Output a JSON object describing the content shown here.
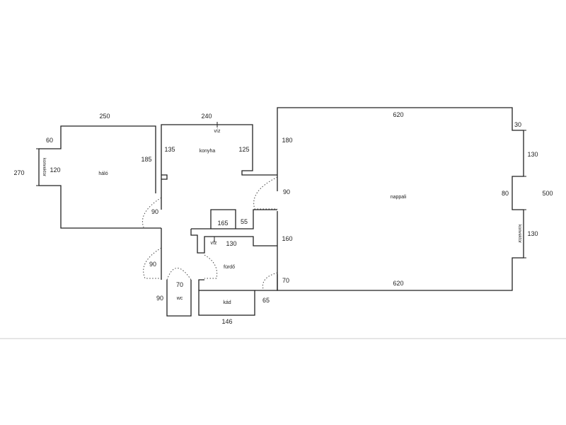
{
  "dimensions": {
    "halo_top": "250",
    "halo_notch": "60",
    "halo_left": "270",
    "halo_inner": "120",
    "halo_right": "185",
    "konyha_top": "240",
    "konyha_left": "135",
    "konyha_right": "125",
    "door_halo": "90",
    "door_nappali": "90",
    "box_165": "165",
    "dim_55": "55",
    "viz_130": "130",
    "dim_160": "160",
    "door_left_lower": "90",
    "door_70_top": "70",
    "wc_90": "90",
    "door_70_right": "70",
    "dim_65": "65",
    "kad_146": "146",
    "nappali_left": "180",
    "nappali_top": "620",
    "nappali_bottom": "620",
    "nappali_30": "30",
    "nappali_130_upper": "130",
    "nappali_80": "80",
    "nappali_500": "500",
    "nappali_130_lower": "130"
  },
  "rooms": {
    "halo": "háló",
    "konyha": "konyha",
    "furdo": "fürdő",
    "nappali": "nappali",
    "wc": "wc",
    "kad": "kád",
    "viz_konyha": "víz",
    "viz_furdo": "víz"
  },
  "notes": {
    "konvektor_halo": "konvektor",
    "konvektor_nappali": "konvektor"
  }
}
